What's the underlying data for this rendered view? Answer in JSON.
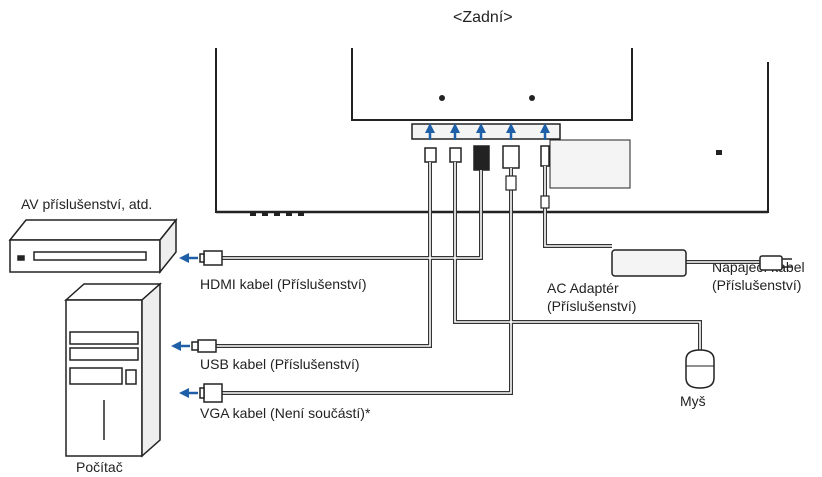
{
  "title": "<Zadní>",
  "labels": {
    "av": "AV příslušenství, atd.",
    "hdmi": "HDMI kabel (Příslušenství)",
    "usb": "USB kabel (Příslušenství)",
    "vga": "VGA kabel (Není součástí)*",
    "pc": "Počítač",
    "mouse": "Myš",
    "adapter_line1": "AC Adaptér",
    "adapter_line2": "(Příslušenství)",
    "power_line1": "Napájecí kabel",
    "power_line2": "(Příslušenství)"
  },
  "colors": {
    "arrow": "#1f5fa8",
    "line": "#333333",
    "fill_gray": "#f4f4f4"
  }
}
